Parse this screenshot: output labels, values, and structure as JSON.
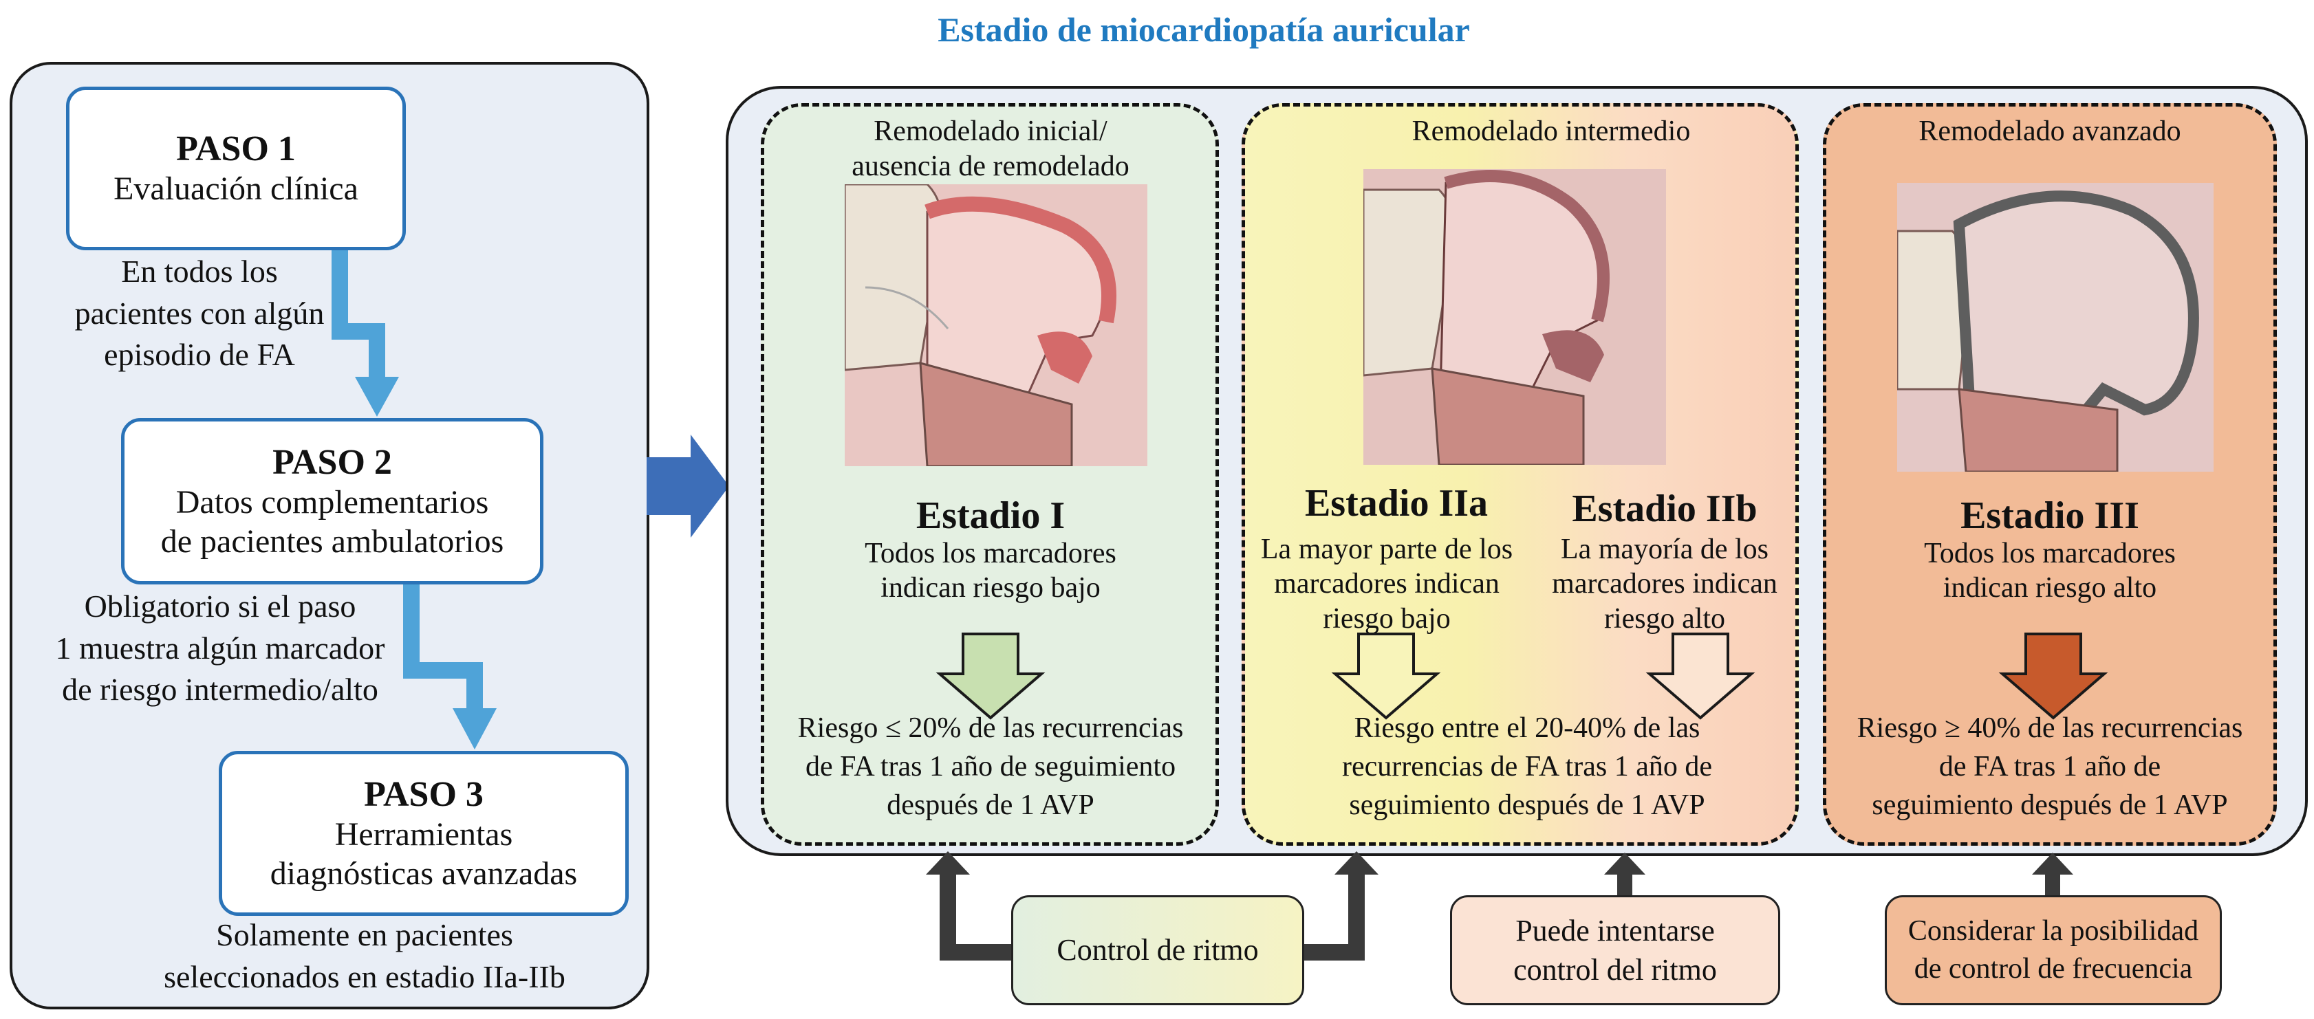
{
  "title": "Estadio de miocardiopatía auricular",
  "steps": {
    "paso1": {
      "label": "PASO 1",
      "desc": "Evaluación clínica"
    },
    "note1": [
      "En todos los",
      "pacientes con algún",
      "episodio de FA"
    ],
    "paso2": {
      "label": "PASO 2",
      "desc": [
        "Datos complementarios",
        "de pacientes ambulatorios"
      ]
    },
    "note2": [
      "Obligatorio si el paso",
      "1 muestra algún marcador",
      "de riesgo intermedio/alto"
    ],
    "paso3": {
      "label": "PASO 3",
      "desc": [
        "Herramientas",
        "diagnósticas avanzadas"
      ]
    },
    "note3": [
      "Solamente en pacientes",
      "seleccionados en estadio IIa-IIb"
    ]
  },
  "stages": {
    "s1": {
      "caption": [
        "Remodelado inicial/",
        "ausencia de remodelado"
      ],
      "title": "Estadio I",
      "desc": [
        "Todos los marcadores",
        "indican riesgo bajo"
      ],
      "risk": [
        "Riesgo ≤ 20% de las recurrencias",
        "de FA tras 1 año de seguimiento",
        "después de 1 AVP"
      ],
      "arrow_color": "#c8e0b0"
    },
    "s2": {
      "caption": "Remodelado intermedio",
      "title_a": "Estadio IIa",
      "desc_a": [
        "La mayor parte de los",
        "marcadores indican",
        "riesgo bajo"
      ],
      "title_b": "Estadio IIb",
      "desc_b": [
        "La mayoría de los",
        "marcadores indican",
        "riesgo alto"
      ],
      "risk": [
        "Riesgo entre el 20-40% de las",
        "recurrencias de FA tras 1 año de",
        "seguimiento después de 1 AVP"
      ],
      "arrow_a_color": "#f8f4ba",
      "arrow_b_color": "#fbe4d2"
    },
    "s3": {
      "caption": "Remodelado avanzado",
      "title": "Estadio III",
      "desc": [
        "Todos los marcadores",
        "indican riesgo alto"
      ],
      "risk": [
        "Riesgo ≥ 40% de las recurrencias",
        "de FA tras 1 año de",
        "seguimiento después de 1 AVP"
      ],
      "arrow_color": "#c75a2c"
    }
  },
  "actions": {
    "rhythm": "Control de ritmo",
    "try_rhythm": [
      "Puede intentarse",
      "control del ritmo"
    ],
    "rate": [
      "Considerar la posibilidad",
      "de control de frecuencia"
    ]
  },
  "colors": {
    "title": "#1f7ac0",
    "step_border": "#2a73b8",
    "flow_arrow": "#4fa3d8",
    "big_arrow": "#3d6eb8"
  }
}
